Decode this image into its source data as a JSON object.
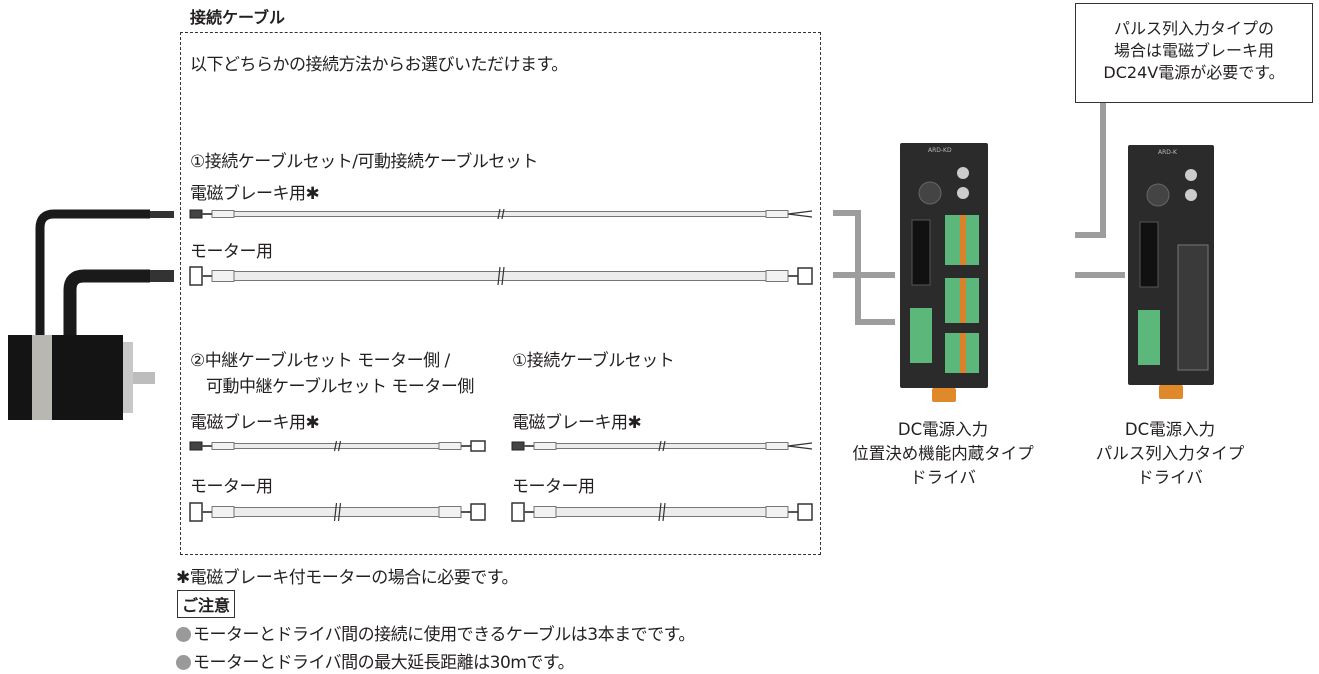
{
  "section_title": "接続ケーブル",
  "intro": "以下どちらかの接続方法からお選びいただけます。",
  "option1": {
    "heading": "①接続ケーブルセット/可動接続ケーブルセット",
    "brake_label": "電磁ブレーキ用✱",
    "motor_label": "モーター用"
  },
  "option2_left": {
    "heading_line1": "②中継ケーブルセット モーター側 /",
    "heading_line2": "可動中継ケーブルセット モーター側",
    "brake_label": "電磁ブレーキ用✱",
    "motor_label": "モーター用"
  },
  "option2_right": {
    "heading": "①接続ケーブルセット",
    "brake_label": "電磁ブレーキ用✱",
    "motor_label": "モーター用"
  },
  "callout": {
    "line1": "パルス列入力タイプの",
    "line2": "場合は電磁ブレーキ用",
    "line3": "DC24V電源が必要です。"
  },
  "driver1": {
    "model": "ARD-KD",
    "label_line1": "DC電源入力",
    "label_line2": "位置決め機能内蔵タイプ",
    "label_line3": "ドライバ"
  },
  "driver2": {
    "model": "ARD-K",
    "label_line1": "DC電源入力",
    "label_line2": "パルス列入力タイプ",
    "label_line3": "ドライバ"
  },
  "footnote": "✱電磁ブレーキ付モーターの場合に必要です。",
  "notice": {
    "title": "ご注意",
    "items": [
      "モーターとドライバ間の接続に使用できるケーブルは3本までです。",
      "モーターとドライバ間の最大延長距離は30mです。"
    ]
  },
  "colors": {
    "connector_line": "#9d9d9d",
    "driver_body": "#2b2b2b",
    "terminal_green": "#5cb87a",
    "terminal_orange": "#d9822b",
    "din_tab": "#e0892a"
  }
}
